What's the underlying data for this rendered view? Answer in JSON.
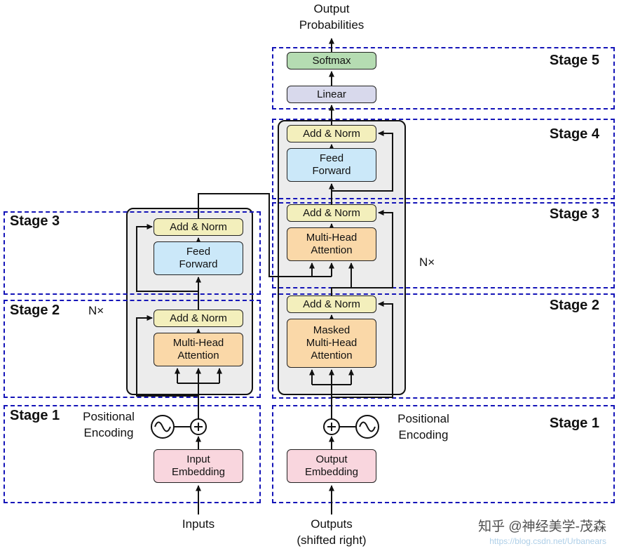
{
  "colors": {
    "softmax": "#b5dcb2",
    "linear": "#d8d9ec",
    "add_norm": "#f3efbc",
    "feed_forward": "#cbe8f9",
    "attention": "#fad8a8",
    "embedding": "#f9d6de",
    "panel": "#ececec",
    "stage_border": "#1414b8",
    "wire": "#111111"
  },
  "labels": {
    "output_probabilities": "Output\nProbabilities",
    "inputs": "Inputs",
    "outputs_shifted": "Outputs\n(shifted right)",
    "n_times_encoder": "N×",
    "n_times_decoder": "N×",
    "positional_encoding_left": "Positional\nEncoding",
    "positional_encoding_right": "Positional\nEncoding"
  },
  "encoder": {
    "add_norm_top": "Add & Norm",
    "feed_forward": "Feed\nForward",
    "add_norm_bottom": "Add & Norm",
    "multi_head_attention": "Multi-Head\nAttention",
    "input_embedding": "Input\nEmbedding"
  },
  "decoder": {
    "softmax": "Softmax",
    "linear": "Linear",
    "add_norm_top": "Add & Norm",
    "feed_forward": "Feed\nForward",
    "add_norm_middle": "Add & Norm",
    "multi_head_attention": "Multi-Head\nAttention",
    "add_norm_bottom": "Add & Norm",
    "masked_multi_head_attention": "Masked\nMulti-Head\nAttention",
    "output_embedding": "Output\nEmbedding"
  },
  "stages": {
    "left": [
      {
        "label": "Stage 3"
      },
      {
        "label": "Stage 2"
      },
      {
        "label": "Stage 1"
      }
    ],
    "right": [
      {
        "label": "Stage 5"
      },
      {
        "label": "Stage 4"
      },
      {
        "label": "Stage 3"
      },
      {
        "label": "Stage 2"
      },
      {
        "label": "Stage 1"
      }
    ]
  },
  "watermark": {
    "text": "知乎 @神经美学-茂森",
    "url": "https://blog.csdn.net/Urbanears"
  }
}
